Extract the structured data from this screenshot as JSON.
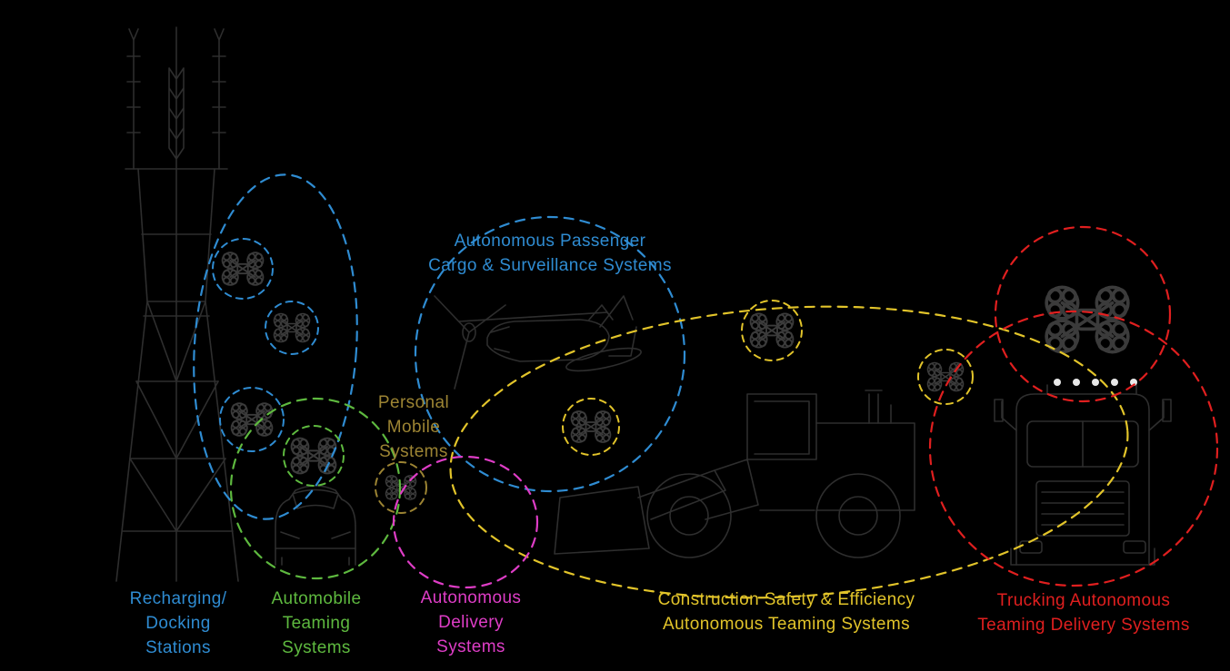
{
  "colors": {
    "blue": "#2f8cd2",
    "green": "#5eb93f",
    "gold": "#9c8433",
    "yellow": "#e2c42a",
    "magenta": "#de3dc6",
    "red": "#e01f1f",
    "silhouette": "#2e2e2e",
    "drone": "#3b3b3b",
    "light_dots": "#e8e8e8"
  },
  "labels": {
    "recharging": {
      "line1": "Recharging/",
      "line2": "Docking",
      "line3": "Stations"
    },
    "automobile": {
      "line1": "Automobile",
      "line2": "Teaming",
      "line3": "Systems"
    },
    "personal": {
      "line1": "Personal",
      "line2": "Mobile",
      "line3": "Systems"
    },
    "delivery": {
      "line1": "Autonomous",
      "line2": "Delivery",
      "line3": "Systems"
    },
    "passenger": {
      "line1": "Autonomous Passenger",
      "line2": "Cargo & Surveillance Systems"
    },
    "construction": {
      "line1": "Construction Safety & Efficiency",
      "line2": "Autonomous Teaming Systems"
    },
    "trucking": {
      "line1": "Trucking Autonomous",
      "line2": "Teaming Delivery Systems"
    }
  }
}
